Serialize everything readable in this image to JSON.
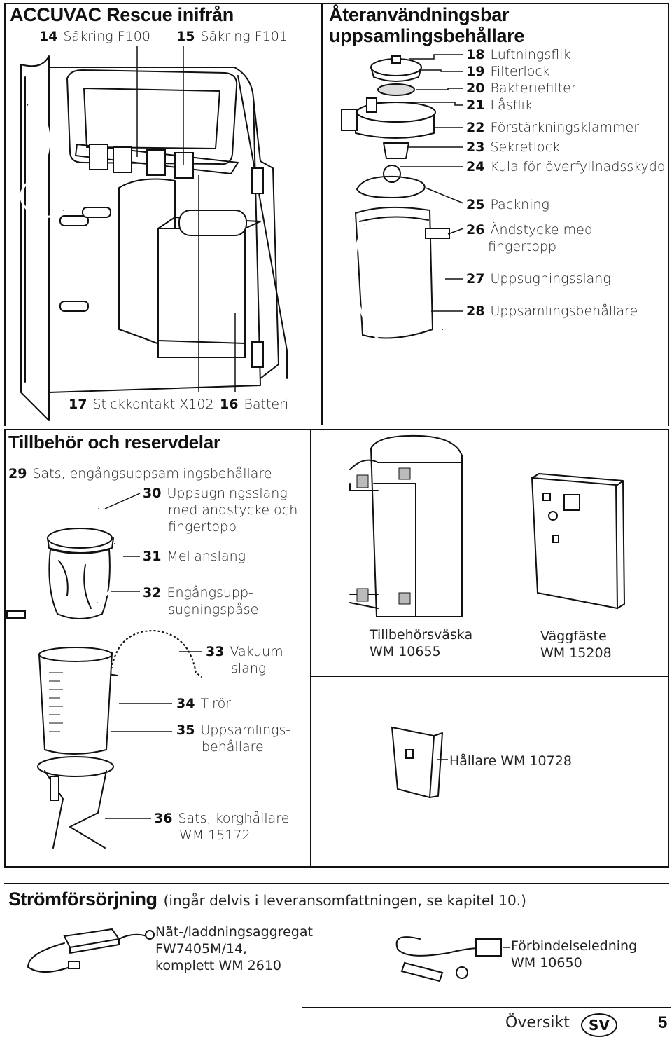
{
  "device_section": {
    "title": "ACCUVAC Rescue inifrån",
    "labels": [
      {
        "num": "14",
        "text": "Säkring F100"
      },
      {
        "num": "15",
        "text": "Säkring F101"
      },
      {
        "num": "17",
        "text": "Stickkontakt X102"
      },
      {
        "num": "16",
        "text": "Batteri"
      }
    ]
  },
  "container_section": {
    "title_line1": "Återanvändningsbar",
    "title_line2": "uppsamlingsbehållare",
    "labels": [
      {
        "num": "18",
        "text": "Luftningsflik"
      },
      {
        "num": "19",
        "text": "Filterlock"
      },
      {
        "num": "20",
        "text": "Bakteriefilter"
      },
      {
        "num": "21",
        "text": "Låsflik"
      },
      {
        "num": "22",
        "text": "Förstärkningsklammer"
      },
      {
        "num": "23",
        "text": "Sekretlock"
      },
      {
        "num": "24",
        "text": "Kula för överfyllnadsskydd"
      },
      {
        "num": "25",
        "text": "Packning"
      },
      {
        "num": "26",
        "text": "Ändstycke med",
        "text2": "fingertopp"
      },
      {
        "num": "27",
        "text": "Uppsugningsslang"
      },
      {
        "num": "28",
        "text": "Uppsamlingsbehållare"
      }
    ]
  },
  "accessories": {
    "title": "Tillbehör och reservdelar",
    "items": [
      {
        "num": "29",
        "text": "Sats, engångsuppsamlingsbehållare"
      },
      {
        "num": "30",
        "text": "Uppsugningsslang",
        "text2": "med ändstycke och",
        "text3": "fingertopp"
      },
      {
        "num": "31",
        "text": "Mellanslang"
      },
      {
        "num": "32",
        "text": "Engångsupp-",
        "text2": "sugningspåse"
      },
      {
        "num": "33",
        "text": "Vakuum-",
        "text2": "slang"
      },
      {
        "num": "34",
        "text": "T-rör"
      },
      {
        "num": "35",
        "text": "Uppsamlings-",
        "text2": "behållare"
      },
      {
        "num": "36",
        "text": "Sats, korghållare",
        "text2": "WM 15172"
      }
    ],
    "bag": {
      "line1": "Tillbehörsväska",
      "line2": "WM 10655"
    },
    "wall_mount": {
      "line1": "Väggfäste",
      "line2": "WM 15208"
    },
    "holder": {
      "text": "Hållare WM 10728"
    }
  },
  "power": {
    "title": "Strömförsörjning",
    "subtitle": "(ingår delvis i leveransomfattningen, se kapitel 10.)",
    "charger": {
      "line1": "Nät-/laddningsaggregat",
      "line2": "FW7405M/14,",
      "line3": "komplett WM 2610"
    },
    "cable": {
      "line1": "Förbindelseledning",
      "line2": "WM 10650"
    }
  },
  "footer": {
    "section": "Översikt",
    "lang": "SV",
    "page": "5"
  }
}
